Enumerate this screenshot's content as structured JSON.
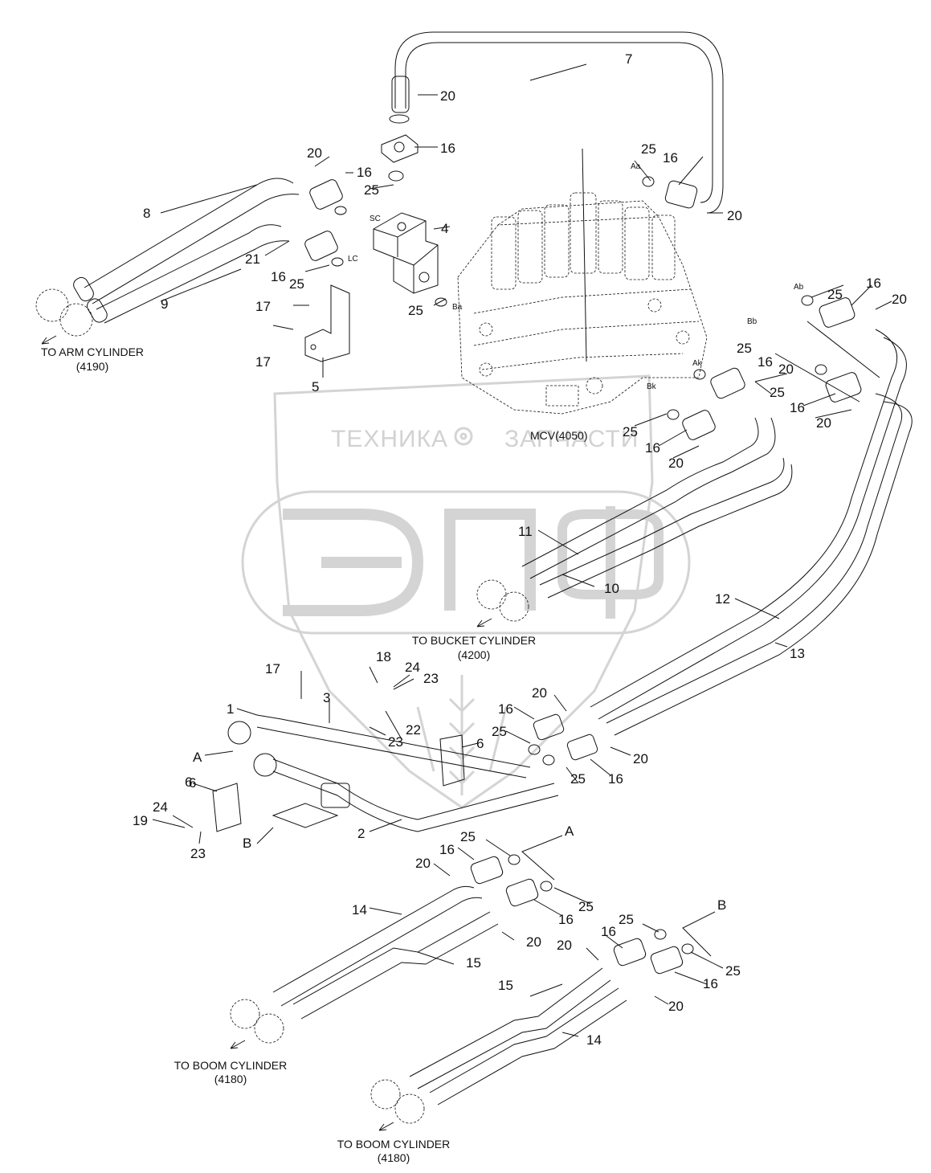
{
  "watermark": {
    "left_text": "ТЕХНИКА",
    "right_text": "ЗАПЧАСТИ",
    "logo_text": "ЭПФ",
    "color": "#d2d2d2"
  },
  "block_label": "MCV(4050)",
  "port_labels": [
    "SC",
    "LC",
    "Ba",
    "Aa",
    "Ab",
    "Bb",
    "Ak",
    "Bk"
  ],
  "destinations": [
    {
      "line1": "TO ARM CYLINDER",
      "line2": "(4190)"
    },
    {
      "line1": "TO BUCKET CYLINDER",
      "line2": "(4200)"
    },
    {
      "line1": "TO BOOM CYLINDER",
      "line2": "(4180)"
    },
    {
      "line1": "TO BOOM CYLINDER",
      "line2": "(4180)"
    }
  ],
  "callouts": [
    "7",
    "20",
    "16",
    "20",
    "16",
    "25",
    "25",
    "16",
    "20",
    "8",
    "4",
    "21",
    "16",
    "25",
    "25",
    "9",
    "17",
    "17",
    "5",
    "25",
    "16",
    "20",
    "25",
    "16",
    "20",
    "25",
    "16",
    "20",
    "25",
    "16",
    "20",
    "11",
    "10",
    "12",
    "13",
    "17",
    "18",
    "24",
    "23",
    "3",
    "1",
    "A",
    "6",
    "23",
    "22",
    "16",
    "25",
    "6",
    "20",
    "20",
    "25",
    "16",
    "6",
    "24",
    "19",
    "23",
    "B",
    "2",
    "25",
    "A",
    "16",
    "20",
    "25",
    "14",
    "16",
    "20",
    "15",
    "25",
    "B",
    "20",
    "16",
    "25",
    "16",
    "15",
    "20",
    "14"
  ],
  "colors": {
    "ink": "#111111",
    "background": "#ffffff"
  }
}
